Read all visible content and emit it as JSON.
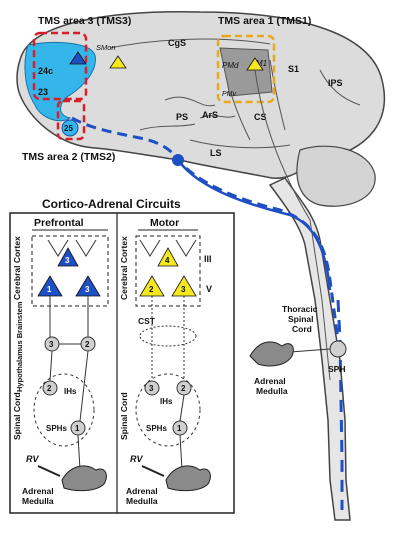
{
  "tms": {
    "area3": "TMS area 3 (TMS3)",
    "area1": "TMS area 1 (TMS1)",
    "area2": "TMS area 2 (TMS2)"
  },
  "brain_labels": {
    "area24c": "24c",
    "area23": "23",
    "area25": "25",
    "smon": "SMon",
    "cgs": "CgS",
    "pmd": "PMd",
    "m1": "M1",
    "s1": "S1",
    "ips": "IPS",
    "pmv": "PMv",
    "ps": "PS",
    "ars": "ArS",
    "cs": "CS",
    "ls": "LS"
  },
  "spinal": {
    "thoracic": [
      "Thoracic",
      "Spinal",
      "Cord"
    ],
    "sph": "SPH",
    "adrenal": [
      "Adrenal",
      "Medulla"
    ]
  },
  "circuits": {
    "title": "Cortico-Adrenal Circuits",
    "prefrontal": {
      "title": "Prefrontal",
      "neurons": [
        "3",
        "1",
        "3",
        "3",
        "2",
        "2",
        "1"
      ],
      "sph": "SPHs",
      "ihs": "IHs",
      "rv": "RV",
      "adrenal": [
        "Adrenal",
        "Medulla"
      ]
    },
    "motor": {
      "title": "Motor",
      "neurons": [
        "4",
        "2",
        "3",
        "3",
        "2",
        "1"
      ],
      "cst": "CST",
      "sph": "SPHs",
      "ihs": "IHs",
      "rv": "RV",
      "adrenal": [
        "Adrenal",
        "Medulla"
      ]
    },
    "side_labels": {
      "cerebral_cortex": "Cerebral Cortex",
      "hypothalamus_brainstem": "Hypothalamus Brainstem",
      "spinal_cord": "Spinal Cord"
    },
    "layers": {
      "iii": "III",
      "v": "V"
    }
  },
  "colors": {
    "blue": "#1f4fc4",
    "cyan": "#34b6ea",
    "yellow": "#f6e81c",
    "red_box": "#d61f2a",
    "yellow_box": "#e8a81c",
    "brain": "#d9d9d9"
  }
}
